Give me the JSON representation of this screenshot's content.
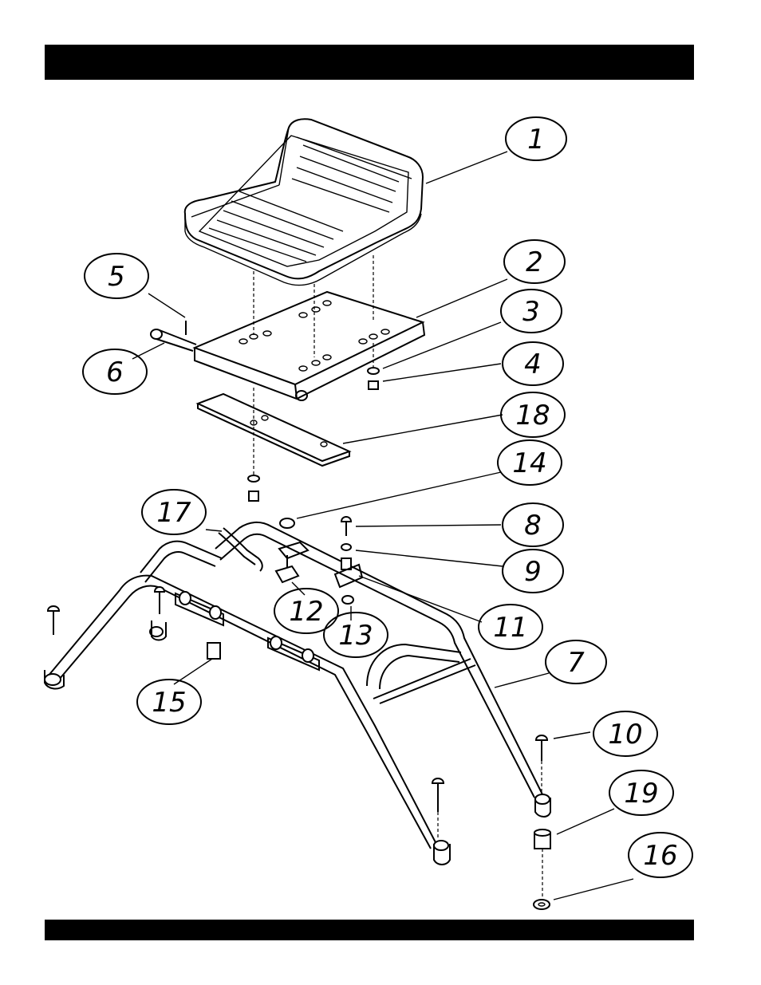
{
  "callouts": [
    {
      "id": "callout-1",
      "label": "1"
    },
    {
      "id": "callout-2",
      "label": "2"
    },
    {
      "id": "callout-3",
      "label": "3"
    },
    {
      "id": "callout-4",
      "label": "4"
    },
    {
      "id": "callout-5",
      "label": "5"
    },
    {
      "id": "callout-6",
      "label": "6"
    },
    {
      "id": "callout-7",
      "label": "7"
    },
    {
      "id": "callout-8",
      "label": "8"
    },
    {
      "id": "callout-9",
      "label": "9"
    },
    {
      "id": "callout-10",
      "label": "10"
    },
    {
      "id": "callout-11",
      "label": "11"
    },
    {
      "id": "callout-12",
      "label": "12"
    },
    {
      "id": "callout-13",
      "label": "13"
    },
    {
      "id": "callout-14",
      "label": "14"
    },
    {
      "id": "callout-15",
      "label": "15"
    },
    {
      "id": "callout-16",
      "label": "16"
    },
    {
      "id": "callout-17",
      "label": "17"
    },
    {
      "id": "callout-18",
      "label": "18"
    },
    {
      "id": "callout-19",
      "label": "19"
    }
  ]
}
